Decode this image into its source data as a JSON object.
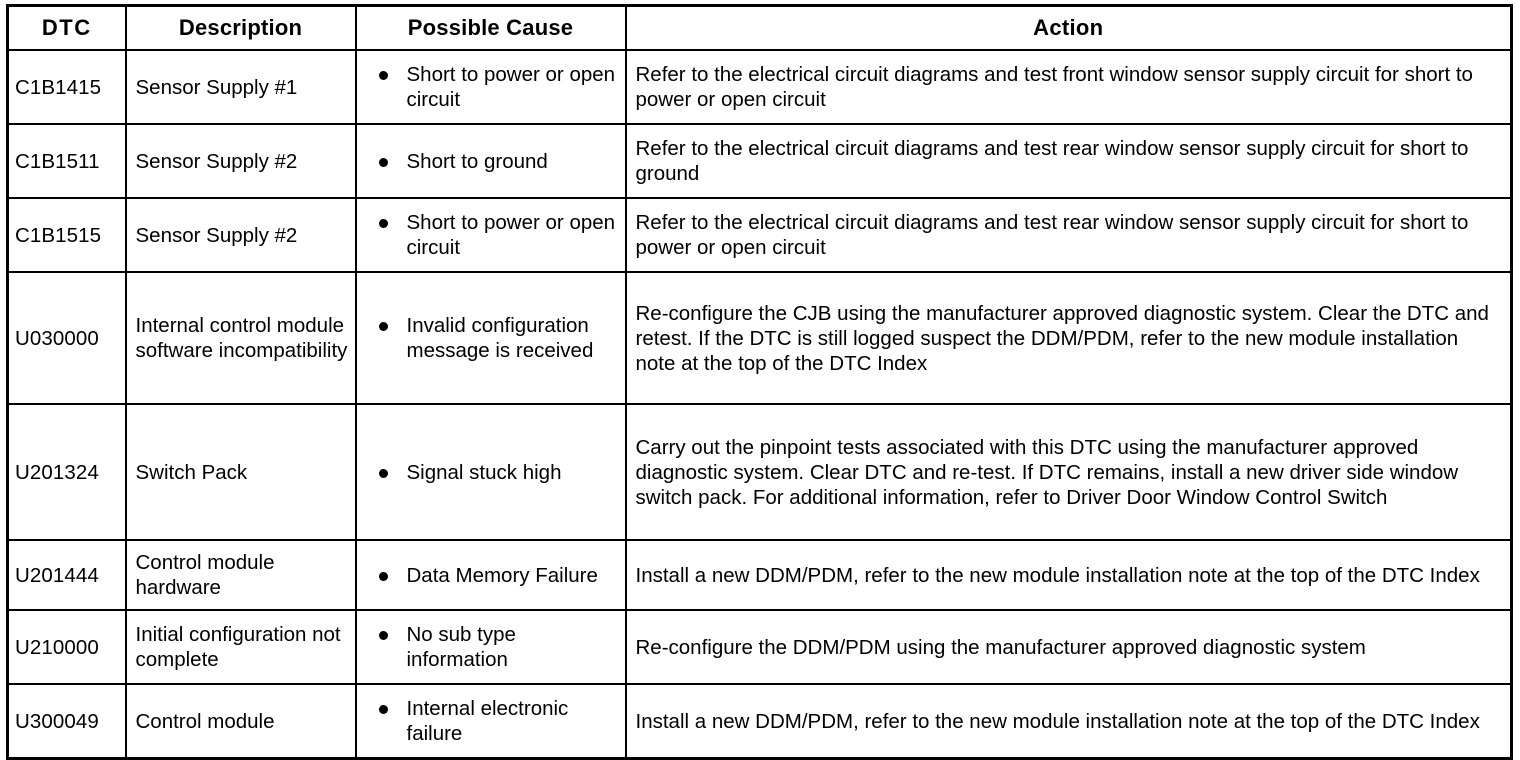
{
  "table": {
    "columns": [
      {
        "key": "dtc",
        "label": "DTC"
      },
      {
        "key": "desc",
        "label": "Description"
      },
      {
        "key": "cause",
        "label": "Possible Cause"
      },
      {
        "key": "action",
        "label": "Action"
      }
    ],
    "rows": [
      {
        "dtc": "C1B1415",
        "description": "Sensor Supply #1",
        "causes": [
          "Short to power or open circuit"
        ],
        "action": "Refer to the electrical circuit diagrams and test front window sensor supply circuit for short to power or open circuit"
      },
      {
        "dtc": "C1B1511",
        "description": "Sensor Supply #2",
        "causes": [
          "Short to ground"
        ],
        "action": "Refer to the electrical circuit diagrams and test rear window sensor supply circuit for short to ground"
      },
      {
        "dtc": "C1B1515",
        "description": "Sensor Supply #2",
        "causes": [
          "Short to power or open circuit"
        ],
        "action": "Refer to the electrical circuit diagrams and test rear window sensor supply circuit for short to power or open circuit"
      },
      {
        "dtc": "U030000",
        "description": "Internal control module software incompatibility",
        "causes": [
          "Invalid configuration message is received"
        ],
        "action": "Re-configure the CJB using the manufacturer approved diagnostic system. Clear the DTC and retest. If the DTC is still logged suspect the DDM/PDM, refer to the new module installation note at the top of the DTC Index"
      },
      {
        "dtc": "U201324",
        "description": "Switch Pack",
        "causes": [
          "Signal stuck high"
        ],
        "action": "Carry out the pinpoint tests associated with this DTC using the manufacturer approved diagnostic system. Clear DTC and re-test. If DTC remains, install a new driver side window switch pack. For additional information, refer to Driver Door Window Control Switch"
      },
      {
        "dtc": "U201444",
        "description": "Control module hardware",
        "causes": [
          "Data Memory Failure"
        ],
        "action": "Install a new DDM/PDM, refer to the new module installation note at the top of the DTC Index"
      },
      {
        "dtc": "U210000",
        "description": "Initial configuration not complete",
        "causes": [
          "No sub type information"
        ],
        "action": "Re-configure the DDM/PDM using the manufacturer approved diagnostic system"
      },
      {
        "dtc": "U300049",
        "description": "Control module",
        "causes": [
          "Internal electronic failure"
        ],
        "action": "Install a new DDM/PDM, refer to the new module installation note at the top of the DTC Index"
      }
    ]
  },
  "colors": {
    "text": "#000000",
    "border": "#000000",
    "background": "#ffffff"
  }
}
